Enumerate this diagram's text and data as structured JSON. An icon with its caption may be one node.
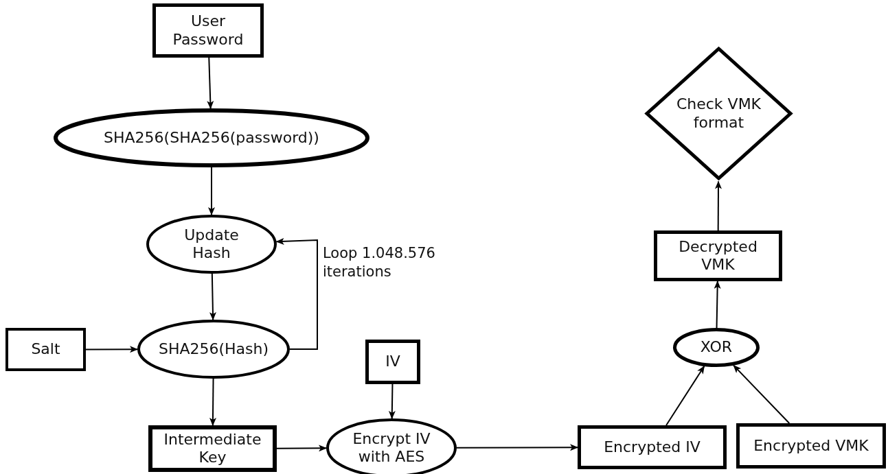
{
  "diagram": {
    "nodes": [
      {
        "text": [
          "User Password"
        ]
      },
      {
        "text": [
          "SHA256(SHA256(password))"
        ]
      },
      {
        "text": [
          "Update Hash"
        ]
      },
      {
        "text": [
          "SHA256(Hash)"
        ]
      },
      {
        "text": [
          "Salt"
        ]
      },
      {
        "text": [
          "Intermediate Key"
        ]
      },
      {
        "text": [
          "IV"
        ]
      },
      {
        "text": [
          "Encrypt IV with AES"
        ]
      },
      {
        "text": [
          "Encrypted IV"
        ]
      },
      {
        "text": [
          "Encrypted VMK"
        ]
      },
      {
        "text": [
          "XOR"
        ]
      },
      {
        "text": [
          "Decrypted VMK"
        ]
      },
      {
        "text": [
          "Check VMK format"
        ]
      }
    ],
    "edges": [
      {
        "from": 0,
        "to": 1,
        "arrow": "to"
      },
      {
        "from": 1,
        "to": 2,
        "arrow": "to"
      },
      {
        "from": 2,
        "to": 3,
        "arrow": "to"
      },
      {
        "from": 3,
        "to": 2,
        "arrow": "to",
        "label": "Loop 1.048.576 iterations"
      },
      {
        "from": 4,
        "to": 3,
        "arrow": "to"
      },
      {
        "from": 3,
        "to": 5,
        "arrow": "to"
      },
      {
        "from": 6,
        "to": 7,
        "arrow": "to"
      },
      {
        "from": 5,
        "to": 7,
        "arrow": "to"
      },
      {
        "from": 7,
        "to": 8,
        "arrow": "to"
      },
      {
        "from": 8,
        "to": 10,
        "arrow": "to"
      },
      {
        "from": 9,
        "to": 10,
        "arrow": "to"
      },
      {
        "from": 10,
        "to": 11,
        "arrow": "to"
      },
      {
        "from": 11,
        "to": 12,
        "arrow": "to"
      }
    ]
  }
}
